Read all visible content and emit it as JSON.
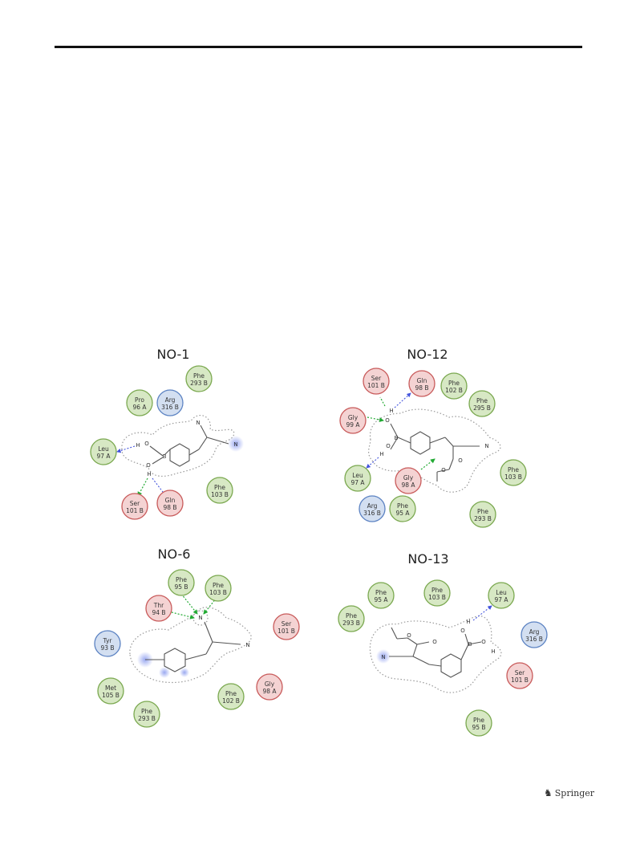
{
  "footer": {
    "publisher": "Springer",
    "logo_icon": "springer-horse-icon"
  },
  "colors": {
    "hydrophobic_fill": "#d7e8c4",
    "hydrophobic_stroke": "#7aa84f",
    "polar_fill": "#f4d3d3",
    "polar_stroke": "#c85a5a",
    "basic_fill": "#d3dff1",
    "basic_stroke": "#5b82c2",
    "hbond_side": "#4455dd",
    "hbond_backbone": "#22aa33",
    "exposure": "#8899ee"
  },
  "panels": [
    {
      "id": "no-1",
      "title": "NO-1",
      "residues": [
        {
          "name": "Phe",
          "id": "293 B",
          "type": "hydrophobic"
        },
        {
          "name": "Pro",
          "id": "96 A",
          "type": "hydrophobic"
        },
        {
          "name": "Arg",
          "id": "316 B",
          "type": "basic"
        },
        {
          "name": "Leu",
          "id": "97 A",
          "type": "hydrophobic"
        },
        {
          "name": "Phe",
          "id": "103 B",
          "type": "hydrophobic"
        },
        {
          "name": "Ser",
          "id": "101 B",
          "type": "polar"
        },
        {
          "name": "Gln",
          "id": "98 B",
          "type": "polar"
        }
      ],
      "atoms": [
        "N",
        "N",
        "H",
        "O",
        "B",
        "O",
        "H"
      ]
    },
    {
      "id": "no-12",
      "title": "NO-12",
      "residues": [
        {
          "name": "Ser",
          "id": "101 B",
          "type": "polar"
        },
        {
          "name": "Gln",
          "id": "98 B",
          "type": "polar"
        },
        {
          "name": "Phe",
          "id": "102 B",
          "type": "hydrophobic"
        },
        {
          "name": "Phe",
          "id": "295 B",
          "type": "hydrophobic"
        },
        {
          "name": "Gly",
          "id": "99 A",
          "type": "polar"
        },
        {
          "name": "Phe",
          "id": "103 B",
          "type": "hydrophobic"
        },
        {
          "name": "Leu",
          "id": "97 A",
          "type": "hydrophobic"
        },
        {
          "name": "Gly",
          "id": "98 A",
          "type": "polar"
        },
        {
          "name": "Arg",
          "id": "316 B",
          "type": "basic"
        },
        {
          "name": "Phe",
          "id": "95 A",
          "type": "hydrophobic"
        },
        {
          "name": "Phe",
          "id": "293 B",
          "type": "hydrophobic"
        }
      ],
      "atoms": [
        "H",
        "O",
        "B",
        "O",
        "H",
        "N",
        "O",
        "O"
      ]
    },
    {
      "id": "no-6",
      "title": "NO-6",
      "residues": [
        {
          "name": "Phe",
          "id": "95 B",
          "type": "hydrophobic"
        },
        {
          "name": "Phe",
          "id": "103 B",
          "type": "hydrophobic"
        },
        {
          "name": "Thr",
          "id": "94 B",
          "type": "polar"
        },
        {
          "name": "Ser",
          "id": "101 B",
          "type": "polar"
        },
        {
          "name": "Tyr",
          "id": "93 B",
          "type": "basic"
        },
        {
          "name": "Met",
          "id": "105 B",
          "type": "hydrophobic"
        },
        {
          "name": "Phe",
          "id": "102 B",
          "type": "hydrophobic"
        },
        {
          "name": "Gly",
          "id": "98 A",
          "type": "polar"
        },
        {
          "name": "Phe",
          "id": "293 B",
          "type": "hydrophobic"
        }
      ],
      "atoms": [
        "N",
        "N"
      ]
    },
    {
      "id": "no-13",
      "title": "NO-13",
      "residues": [
        {
          "name": "Phe",
          "id": "95 A",
          "type": "hydrophobic"
        },
        {
          "name": "Phe",
          "id": "103 B",
          "type": "hydrophobic"
        },
        {
          "name": "Leu",
          "id": "97 A",
          "type": "hydrophobic"
        },
        {
          "name": "Phe",
          "id": "293 B",
          "type": "hydrophobic"
        },
        {
          "name": "Arg",
          "id": "316 B",
          "type": "basic"
        },
        {
          "name": "Ser",
          "id": "101 B",
          "type": "polar"
        },
        {
          "name": "Phe",
          "id": "95 B",
          "type": "hydrophobic"
        }
      ],
      "atoms": [
        "O",
        "O",
        "N",
        "O",
        "H",
        "B",
        "O",
        "H"
      ]
    }
  ]
}
